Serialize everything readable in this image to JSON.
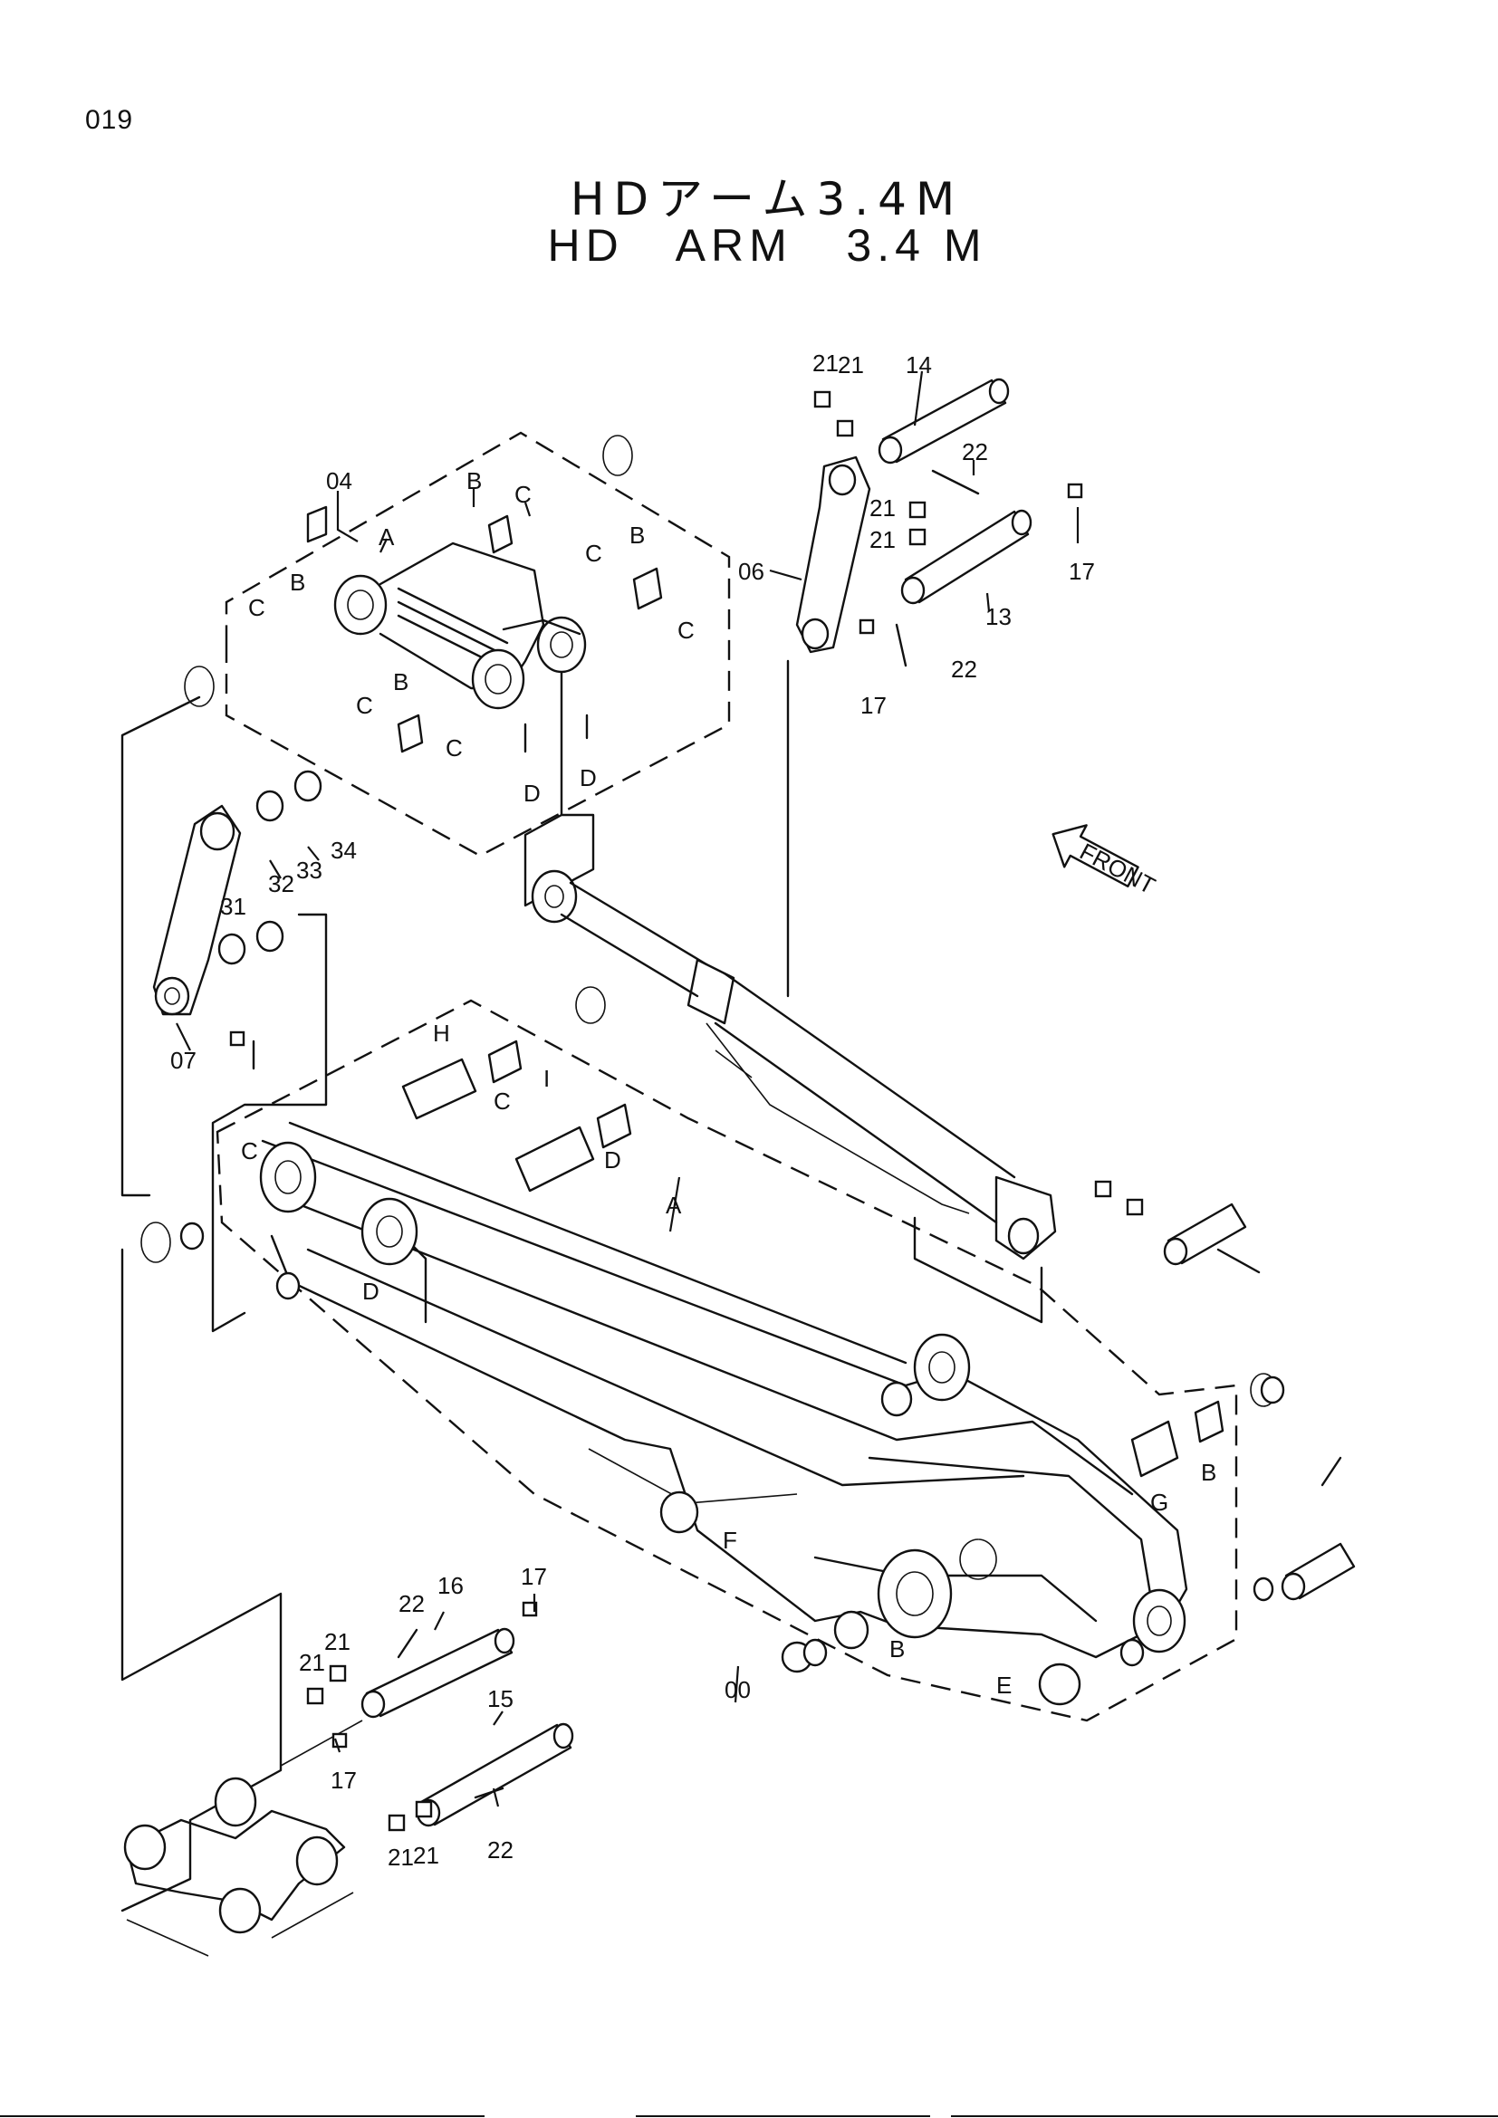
{
  "page": {
    "number": "019"
  },
  "title": {
    "japanese": "HDアーム3.4M",
    "english": "HD   ARM   3.4 M"
  },
  "front_indicator": "FRONT",
  "callouts": {
    "assembly_numbers": [
      "00",
      "04",
      "06",
      "07",
      "13",
      "14",
      "15",
      "16",
      "17",
      "21",
      "22",
      "31",
      "32",
      "33",
      "34"
    ],
    "sub_part_letters": [
      "A",
      "B",
      "C",
      "D",
      "E",
      "F",
      "G",
      "H",
      "I"
    ]
  }
}
